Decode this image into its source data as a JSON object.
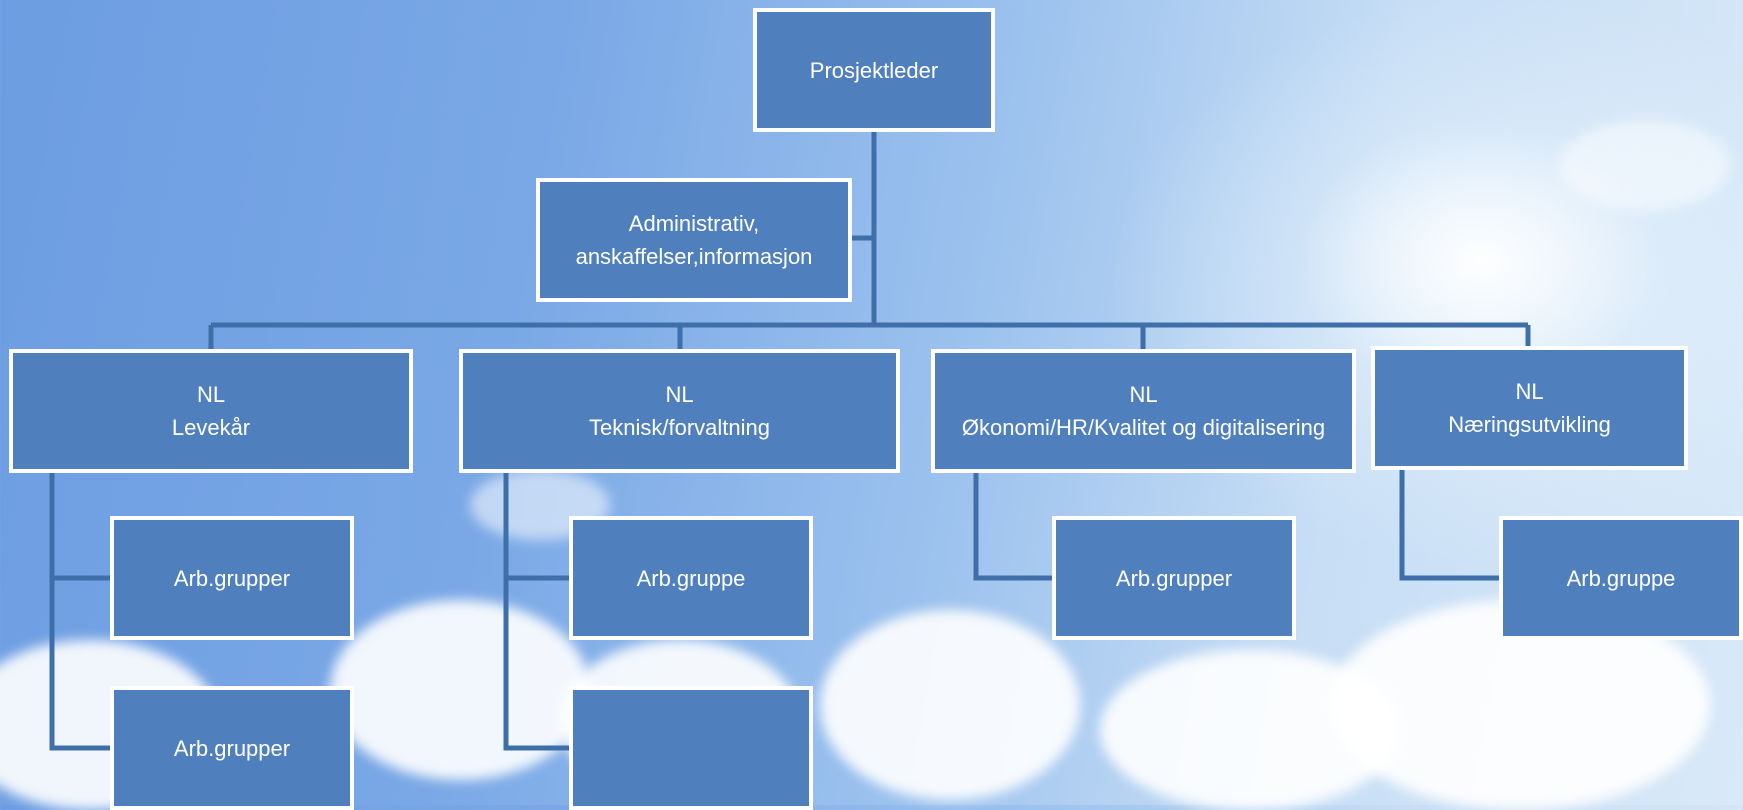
{
  "diagram": {
    "root": {
      "label": "Prosjektleder"
    },
    "staff": {
      "label": "Administrativ, anskaffelser,informasjon"
    },
    "branches": [
      {
        "head": "NL",
        "title": "Levekår",
        "groups": [
          "Arb.grupper",
          "Arb.grupper"
        ]
      },
      {
        "head": "NL",
        "title": "Teknisk/forvaltning",
        "groups": [
          "Arb.gruppe",
          ""
        ]
      },
      {
        "head": "NL",
        "title": "Økonomi/HR/Kvalitet og digitalisering",
        "groups": [
          "Arb.grupper"
        ]
      },
      {
        "head": "NL",
        "title": "Næringsutvikling",
        "groups": [
          "Arb.gruppe"
        ]
      }
    ]
  },
  "colors": {
    "node_fill": "#4f80bd",
    "node_border": "#ffffff",
    "connector": "#3f6fa8",
    "text": "#ffffff"
  }
}
